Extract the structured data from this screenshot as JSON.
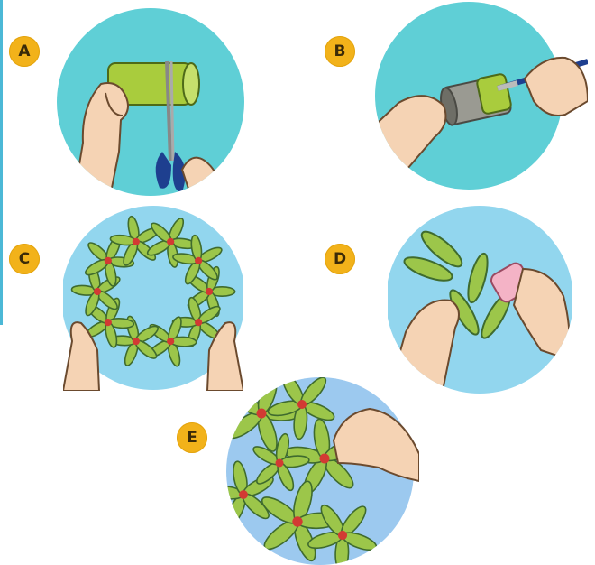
{
  "steps": [
    {
      "label": "A",
      "illustration": "cutting-tube-icon",
      "bg": "#5fcfd6"
    },
    {
      "label": "B",
      "illustration": "painting-tube-icon",
      "bg": "#5fcfd6"
    },
    {
      "label": "C",
      "illustration": "flower-wreath-icon",
      "bg": "#92d6ee"
    },
    {
      "label": "D",
      "illustration": "gluing-petals-icon",
      "bg": "#92d6ee"
    },
    {
      "label": "E",
      "illustration": "attaching-flowers-icon",
      "bg": "#9cc9ef"
    }
  ],
  "colors": {
    "badge": "#f2b21a",
    "leaf": "#9cc64a",
    "leaf_outline": "#3f6b2e",
    "tube_green": "#a9cc3d",
    "skin": "#f5d3b4",
    "scissors": "#1e3f8f",
    "flower_center": "#d23a33"
  }
}
